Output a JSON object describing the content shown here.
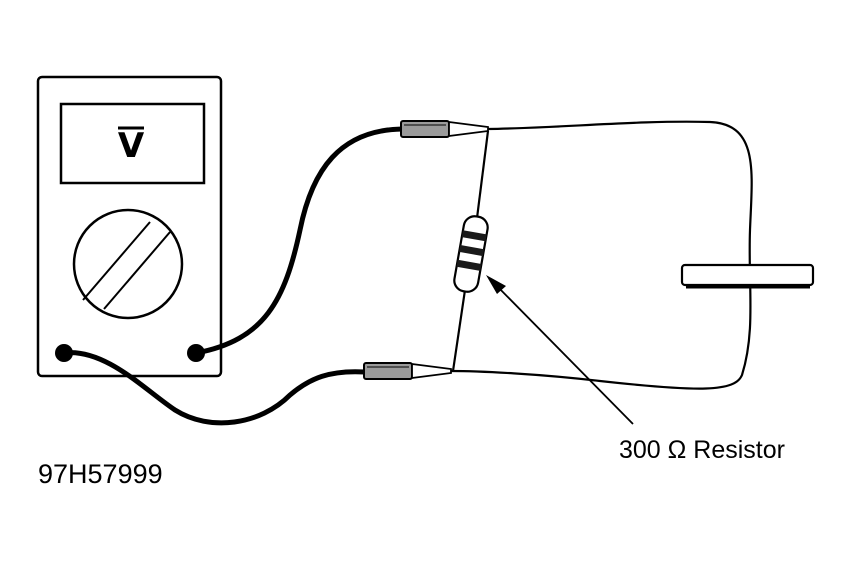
{
  "diagram": {
    "meter_display_symbol": "V",
    "resistor_label": "300 Ω Resistor",
    "figure_id": "97H57999",
    "colors": {
      "ink": "#000000",
      "paper": "#ffffff",
      "probe_fill": "#9a9a9a",
      "band_fill": "#1a1a1a"
    }
  }
}
